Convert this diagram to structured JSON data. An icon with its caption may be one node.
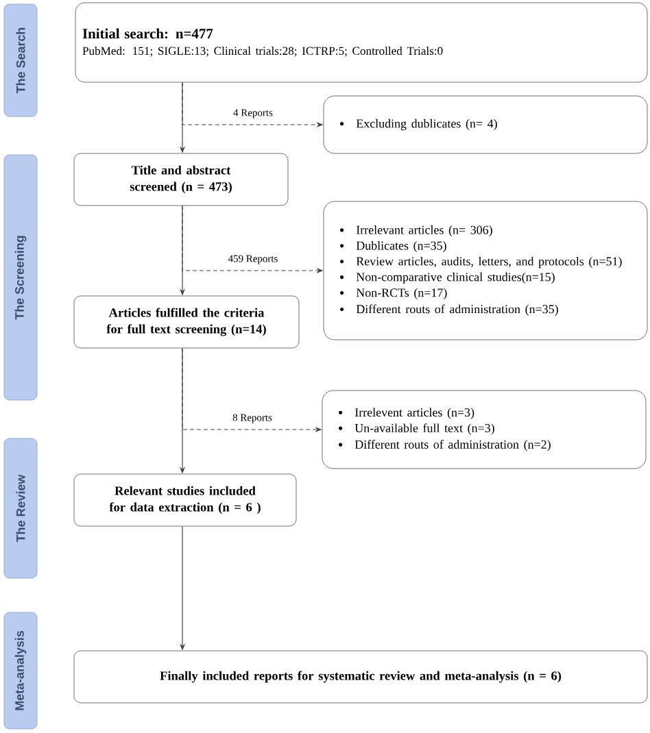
{
  "diagram": {
    "nodes": [
      {
        "text": [
          "Initial search: n=477",
          "PubMed: 151; SIGLE:13; Clinical trials:28; ICTRP:5; Controlled Trials:0"
        ]
      },
      {
        "text": [
          "Excluding dublicates (n= 4)"
        ]
      },
      {
        "text": [
          "Title and abstract screened (n = 473)"
        ]
      },
      {
        "text": [
          "Irrelevant articles (n= 306)",
          "Dublicates (n=35)",
          "Review articles, audits, letters, and protocols (n=51)",
          "Non-comparative clinical studies(n=15)",
          "Non-RCTs (n=17)",
          "Different routs of administration (n=35)"
        ]
      },
      {
        "text": [
          "Articles fulfilled the criteria for full text screening (n=14)"
        ]
      },
      {
        "text": [
          "Irrelevent articles  (n=3)",
          "Un-available full text (n=3)",
          "Different routs of administration (n=2)"
        ]
      },
      {
        "text": [
          "Relevant studies included for data extraction (n = 6 )"
        ]
      },
      {
        "text": [
          "Finally included reports for systematic review and meta-analysis (n = 6)"
        ]
      },
      {
        "text": [
          "The Search"
        ]
      },
      {
        "text": [
          "The Screening"
        ]
      },
      {
        "text": [
          "The Review"
        ]
      },
      {
        "text": [
          "Meta-analysis"
        ]
      }
    ],
    "edges": [
      {
        "from": 0,
        "to": 2,
        "arrow": "to"
      },
      {
        "from": 0,
        "to": 1,
        "arrow": "to",
        "style": "dashed",
        "label": "4 Reports"
      },
      {
        "from": 2,
        "to": 4,
        "arrow": "to"
      },
      {
        "from": 2,
        "to": 3,
        "arrow": "to",
        "style": "dashed",
        "label": "459 Reports"
      },
      {
        "from": 4,
        "to": 6,
        "arrow": "to"
      },
      {
        "from": 4,
        "to": 5,
        "arrow": "to",
        "style": "dashed",
        "label": "8 Reports"
      },
      {
        "from": 6,
        "to": 7,
        "arrow": "to"
      }
    ]
  }
}
